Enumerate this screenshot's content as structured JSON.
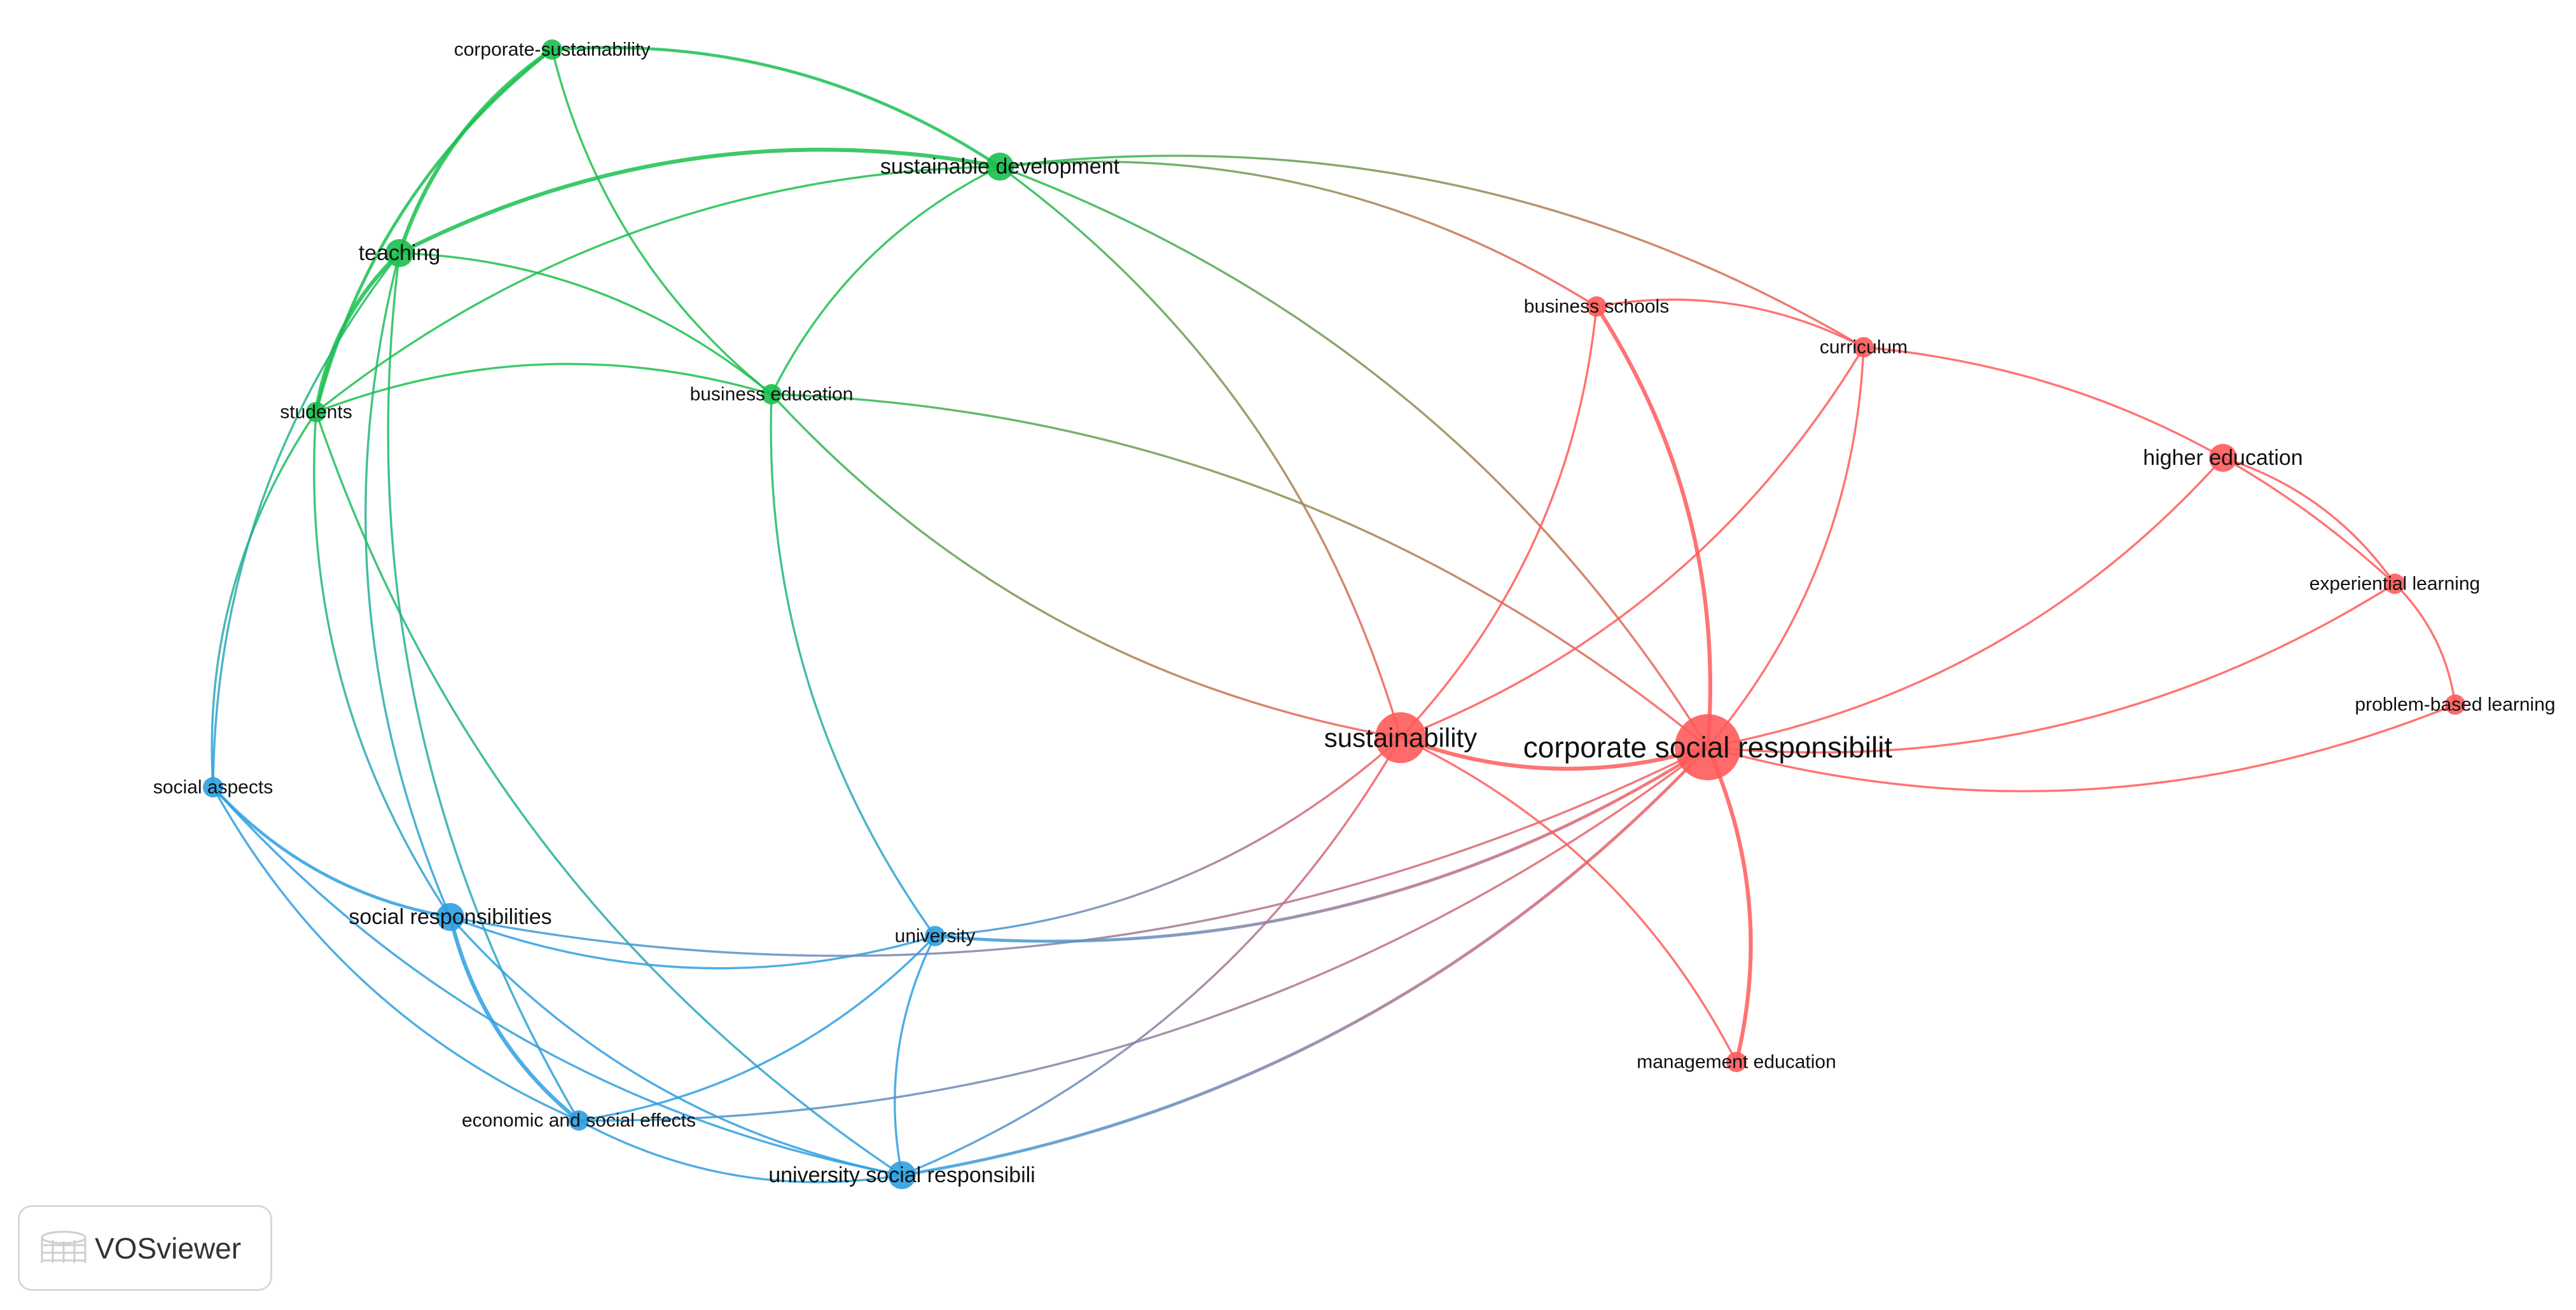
{
  "app": {
    "brand_label": "VOSviewer"
  },
  "colors": {
    "green": "#1bbf4f",
    "red": "#ff5a5a",
    "blue": "#2e9fe0"
  },
  "network": {
    "nodes": [
      {
        "id": "corporate-sustainability",
        "label": "corporate-sustainability",
        "cluster": "green",
        "size": "small"
      },
      {
        "id": "sustainable-development",
        "label": "sustainable development",
        "cluster": "green",
        "size": "medium"
      },
      {
        "id": "teaching",
        "label": "teaching",
        "cluster": "green",
        "size": "medium"
      },
      {
        "id": "students",
        "label": "students",
        "cluster": "green",
        "size": "small"
      },
      {
        "id": "business-education",
        "label": "business education",
        "cluster": "green",
        "size": "small"
      },
      {
        "id": "business-schools",
        "label": "business schools",
        "cluster": "red",
        "size": "small"
      },
      {
        "id": "curriculum",
        "label": "curriculum",
        "cluster": "red",
        "size": "small"
      },
      {
        "id": "higher-education",
        "label": "higher education",
        "cluster": "red",
        "size": "medium"
      },
      {
        "id": "experiential-learning",
        "label": "experiential learning",
        "cluster": "red",
        "size": "small"
      },
      {
        "id": "problem-based-learning",
        "label": "problem-based learning",
        "cluster": "red",
        "size": "small"
      },
      {
        "id": "sustainability",
        "label": "sustainability",
        "cluster": "red",
        "size": "large"
      },
      {
        "id": "corporate-social-responsibility",
        "label": "corporate social responsibilit",
        "cluster": "red",
        "size": "xlarge"
      },
      {
        "id": "management-education",
        "label": "management education",
        "cluster": "red",
        "size": "small"
      },
      {
        "id": "social-aspects",
        "label": "social aspects",
        "cluster": "blue",
        "size": "small"
      },
      {
        "id": "social-responsibilities",
        "label": "social responsibilities",
        "cluster": "blue",
        "size": "medium"
      },
      {
        "id": "university",
        "label": "university",
        "cluster": "blue",
        "size": "small"
      },
      {
        "id": "economic-and-social-effects",
        "label": "economic and social effects",
        "cluster": "blue",
        "size": "small"
      },
      {
        "id": "university-social-responsibility",
        "label": "university social responsibili",
        "cluster": "blue",
        "size": "medium"
      }
    ],
    "edges": [
      [
        "teaching",
        "corporate-sustainability",
        3
      ],
      [
        "students",
        "corporate-sustainability",
        2
      ],
      [
        "teaching",
        "sustainable-development",
        3
      ],
      [
        "corporate-sustainability",
        "sustainable-development",
        2
      ],
      [
        "corporate-sustainability",
        "business-education",
        1
      ],
      [
        "teaching",
        "students",
        3
      ],
      [
        "teaching",
        "business-education",
        1
      ],
      [
        "students",
        "business-education",
        1
      ],
      [
        "students",
        "sustainable-development",
        1
      ],
      [
        "business-education",
        "sustainable-development",
        1
      ],
      [
        "sustainable-development",
        "business-schools",
        1
      ],
      [
        "sustainable-development",
        "curriculum",
        1
      ],
      [
        "sustainable-development",
        "sustainability",
        1
      ],
      [
        "sustainable-development",
        "corporate-social-responsibility",
        1
      ],
      [
        "business-education",
        "sustainability",
        1
      ],
      [
        "business-education",
        "corporate-social-responsibility",
        1
      ],
      [
        "business-education",
        "university",
        1
      ],
      [
        "students",
        "social-aspects",
        1
      ],
      [
        "students",
        "social-responsibilities",
        1
      ],
      [
        "teaching",
        "social-aspects",
        1
      ],
      [
        "teaching",
        "social-responsibilities",
        1
      ],
      [
        "teaching",
        "economic-and-social-effects",
        1
      ],
      [
        "students",
        "university-social-responsibility",
        1
      ],
      [
        "social-aspects",
        "social-responsibilities",
        2
      ],
      [
        "social-aspects",
        "economic-and-social-effects",
        1
      ],
      [
        "social-aspects",
        "university-social-responsibility",
        1
      ],
      [
        "social-responsibilities",
        "economic-and-social-effects",
        3
      ],
      [
        "social-responsibilities",
        "university",
        1
      ],
      [
        "social-responsibilities",
        "university-social-responsibility",
        1
      ],
      [
        "social-responsibilities",
        "corporate-social-responsibility",
        1
      ],
      [
        "university",
        "economic-and-social-effects",
        1
      ],
      [
        "university",
        "university-social-responsibility",
        1
      ],
      [
        "university",
        "sustainability",
        1
      ],
      [
        "university",
        "corporate-social-responsibility",
        2
      ],
      [
        "economic-and-social-effects",
        "university-social-responsibility",
        1
      ],
      [
        "economic-and-social-effects",
        "corporate-social-responsibility",
        1
      ],
      [
        "university-social-responsibility",
        "sustainability",
        1
      ],
      [
        "university-social-responsibility",
        "corporate-social-responsibility",
        2
      ],
      [
        "sustainability",
        "corporate-social-responsibility",
        3
      ],
      [
        "sustainability",
        "business-schools",
        1
      ],
      [
        "sustainability",
        "curriculum",
        1
      ],
      [
        "sustainability",
        "management-education",
        1
      ],
      [
        "corporate-social-responsibility",
        "business-schools",
        3
      ],
      [
        "corporate-social-responsibility",
        "curriculum",
        1
      ],
      [
        "corporate-social-responsibility",
        "higher-education",
        1
      ],
      [
        "corporate-social-responsibility",
        "experiential-learning",
        1
      ],
      [
        "corporate-social-responsibility",
        "problem-based-learning",
        1
      ],
      [
        "corporate-social-responsibility",
        "management-education",
        3
      ],
      [
        "business-schools",
        "curriculum",
        1
      ],
      [
        "curriculum",
        "experiential-learning",
        1
      ],
      [
        "higher-education",
        "experiential-learning",
        1
      ],
      [
        "experiential-learning",
        "problem-based-learning",
        1
      ]
    ]
  }
}
